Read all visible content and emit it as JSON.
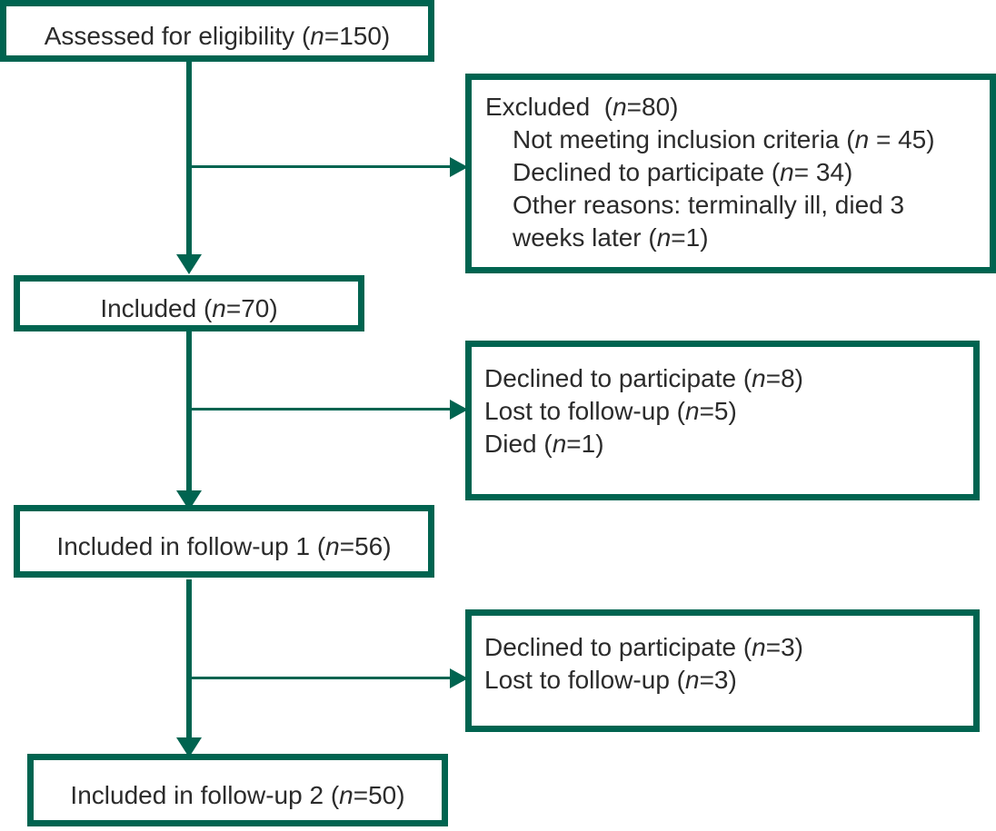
{
  "diagram": {
    "kind": "consort-participant-flow",
    "accent_color": "#006450",
    "text_color": "#2b2b2b",
    "background_color": "#ffffff"
  },
  "nodes": {
    "assessed": {
      "label": "Assessed for eligibility (",
      "italic_n": "n",
      "value": "=150)",
      "full_text": "Assessed for eligibility (n=150)",
      "count": 150
    },
    "included": {
      "label": "Included (",
      "italic_n": "n",
      "value": "=70)",
      "full_text": "Included (n=70)",
      "count": 70
    },
    "followup1": {
      "label": "Included in follow-up 1 (",
      "italic_n": "n",
      "value": "=56)",
      "full_text": "Included in follow-up 1 (n=56)",
      "count": 56
    },
    "followup2": {
      "label": "Included in follow-up 2 (",
      "italic_n": "n",
      "value": "=50)",
      "full_text": "Included in follow-up 2 (n=50)",
      "count": 50
    }
  },
  "excluded_box": {
    "heading_prefix": "Excluded  (",
    "heading_italic_n": "n",
    "heading_suffix": "=80)",
    "heading_full": "Excluded  (n=80)",
    "total": 80,
    "reasons": [
      {
        "prefix": "Not meeting inclusion criteria (",
        "italic_n": "n",
        "suffix": " = 45)",
        "full_text": "Not meeting inclusion criteria (n = 45)",
        "count": 45
      },
      {
        "prefix": "Declined to participate (",
        "italic_n": "n",
        "suffix": "= 34)",
        "full_text": "Declined to participate (n= 34)",
        "count": 34
      },
      {
        "prefix": "Other reasons: terminally ill, died 3",
        "italic_n": "",
        "suffix": "",
        "full_text": "Other reasons: terminally ill, died 3",
        "count": null
      },
      {
        "prefix": "weeks later (",
        "italic_n": "n",
        "suffix": "=1)",
        "full_text": "weeks later (n=1)",
        "count": 1
      }
    ]
  },
  "dropout_box_1": {
    "items": [
      {
        "prefix": "Declined to participate (",
        "italic_n": "n",
        "suffix": "=8)",
        "full_text": "Declined to participate (n=8)",
        "count": 8
      },
      {
        "prefix": "Lost to follow-up (",
        "italic_n": "n",
        "suffix": "=5)",
        "full_text": "Lost to follow-up (n=5)",
        "count": 5
      },
      {
        "prefix": "Died (",
        "italic_n": "n",
        "suffix": "=1)",
        "full_text": "Died (n=1)",
        "count": 1
      }
    ]
  },
  "dropout_box_2": {
    "items": [
      {
        "prefix": "Declined to participate (",
        "italic_n": "n",
        "suffix": "=3)",
        "full_text": "Declined to participate (n=3)",
        "count": 3
      },
      {
        "prefix": "Lost to follow-up (",
        "italic_n": "n",
        "suffix": "=3)",
        "full_text": "Lost to follow-up (n=3)",
        "count": 3
      }
    ]
  }
}
